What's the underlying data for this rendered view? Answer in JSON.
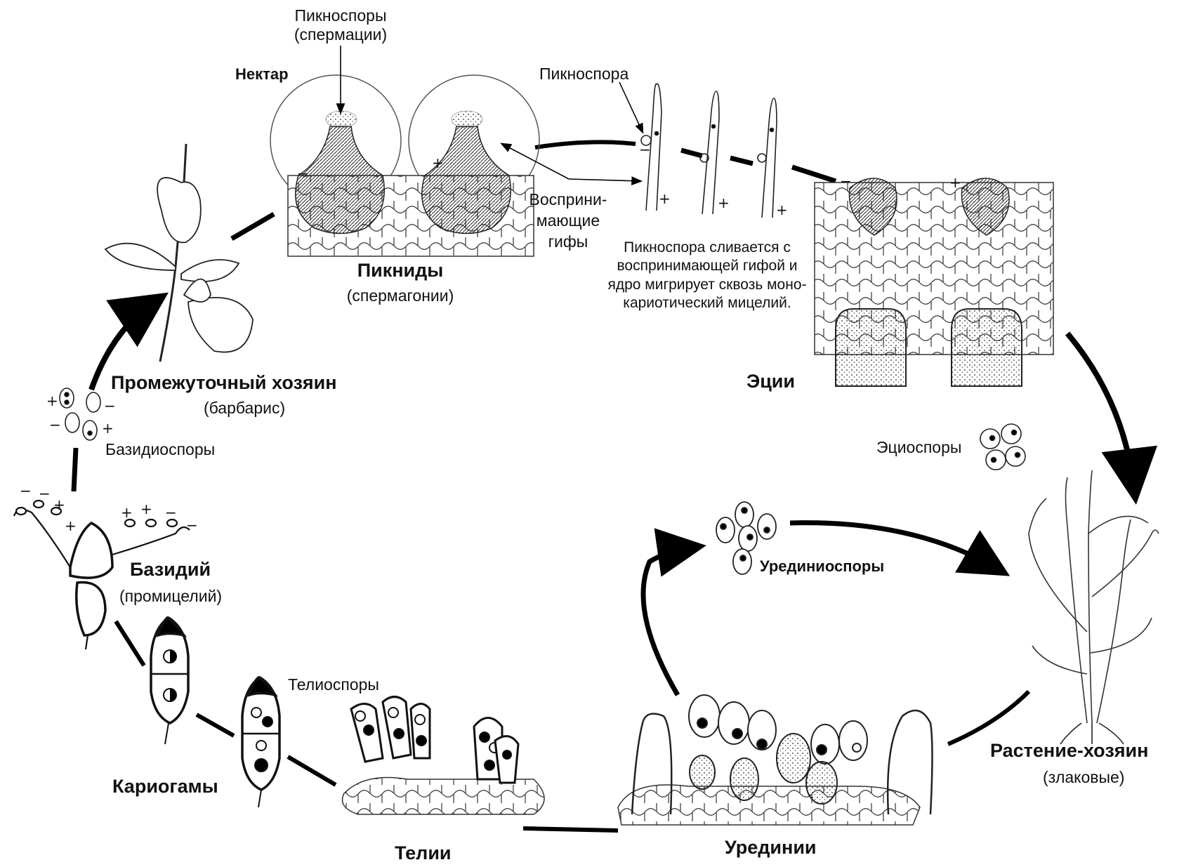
{
  "labels": {
    "pycnospores_spermatia": [
      "Пикноспоры",
      "(спермации)"
    ],
    "nectar": "Нектар",
    "pycnospore": "Пикноспора",
    "receptive_hyphae": [
      "Восприни-",
      "мающие",
      "гифы"
    ],
    "pycnidia": "Пикниды",
    "spermagonia": "(спермагонии)",
    "fusion_note": [
      "Пикноспора сливается с",
      "воспринимающей гифой и",
      "ядро мигрирует сквозь моно-",
      "кариотический мицелий."
    ],
    "aecia": "Эции",
    "aeciospores": "Эциоспоры",
    "intermediate_host": "Промежуточный хозяин",
    "barberry": "(барбарис)",
    "basidiospores": "Базидиоспоры",
    "basidium": "Базидий",
    "promycelium": "(промицелий)",
    "urediniospores": "Урединиоспоры",
    "host_plant": "Растение-хозяин",
    "cereals": "(злаковые)",
    "teliospores": "Телиоспоры",
    "karyogamy": "Кариогамы",
    "telia": "Телии",
    "uredinia": "Урединии"
  },
  "signs": {
    "plus": "+",
    "minus": "−"
  }
}
